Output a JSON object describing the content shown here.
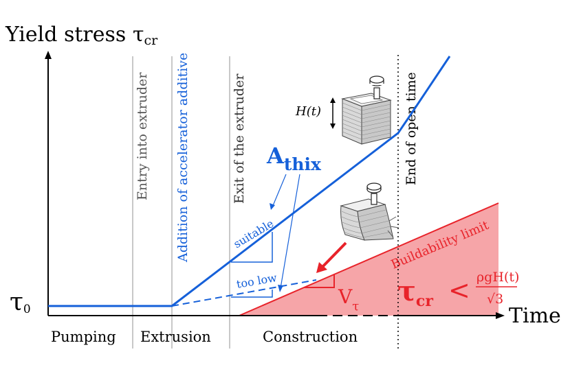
{
  "axes": {
    "y_label": "Yield stress τ",
    "y_label_sub": "cr",
    "x_label": "Time",
    "tau0": "τ",
    "tau0_sub": "0"
  },
  "phases": {
    "pumping": "Pumping",
    "extrusion": "Extrusion",
    "construction": "Construction"
  },
  "vertical_labels": {
    "entry": "Entry into extruder",
    "additive": "Addition of accelerator additive",
    "exit": "Exit of the extruder",
    "open_time": "End of open time"
  },
  "athix": {
    "main": "A",
    "sub": "thix",
    "suitable": "suitable",
    "too_low": "too low"
  },
  "buildability": {
    "label": "Buildability limit",
    "v_tau": "V",
    "v_tau_sub": "τ",
    "formula_lhs": "τ",
    "formula_lhs_sub": "cr",
    "formula_op": "<",
    "formula_num": "ρgH(t)",
    "formula_den": "√3"
  },
  "height_label": "H(t)",
  "colors": {
    "blue": "#1560d9",
    "red": "#e8232a",
    "red_fill": "#f6a5a8",
    "grey": "#b5b5b5",
    "black": "#000000"
  }
}
